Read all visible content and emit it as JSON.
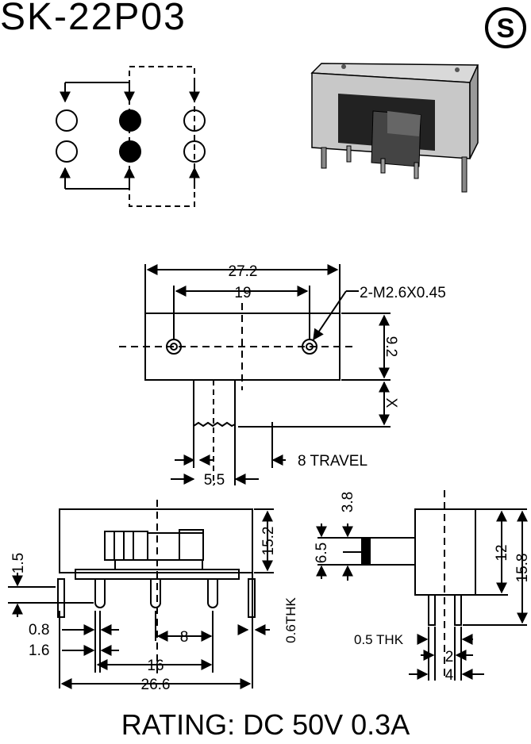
{
  "header": {
    "model": "SK-22P03",
    "logo_letter": "S"
  },
  "top_view": {
    "overall_width": "27.2",
    "hole_pitch": "19",
    "hole_spec": "2-M2.6X0.45",
    "height": "9.2",
    "x_dim": "X",
    "knob_width": "5.5",
    "travel": "8 TRAVEL"
  },
  "front_view": {
    "pin_top": "1.5",
    "pin_a": "0.8",
    "pin_b": "1.6",
    "pin_pitch": "8",
    "outer_pitch": "16",
    "body_width": "26.6",
    "body_height": "15.2",
    "thickness": "0.6THK"
  },
  "side_view": {
    "knob_h": "3.8",
    "knob_offset": "6.5",
    "h1": "12",
    "h2": "15.8",
    "thk": "0.5 THK",
    "dim_a": "2",
    "dim_b": "4"
  },
  "footer": {
    "rating": "RATING: DC 50V 0.3A"
  }
}
